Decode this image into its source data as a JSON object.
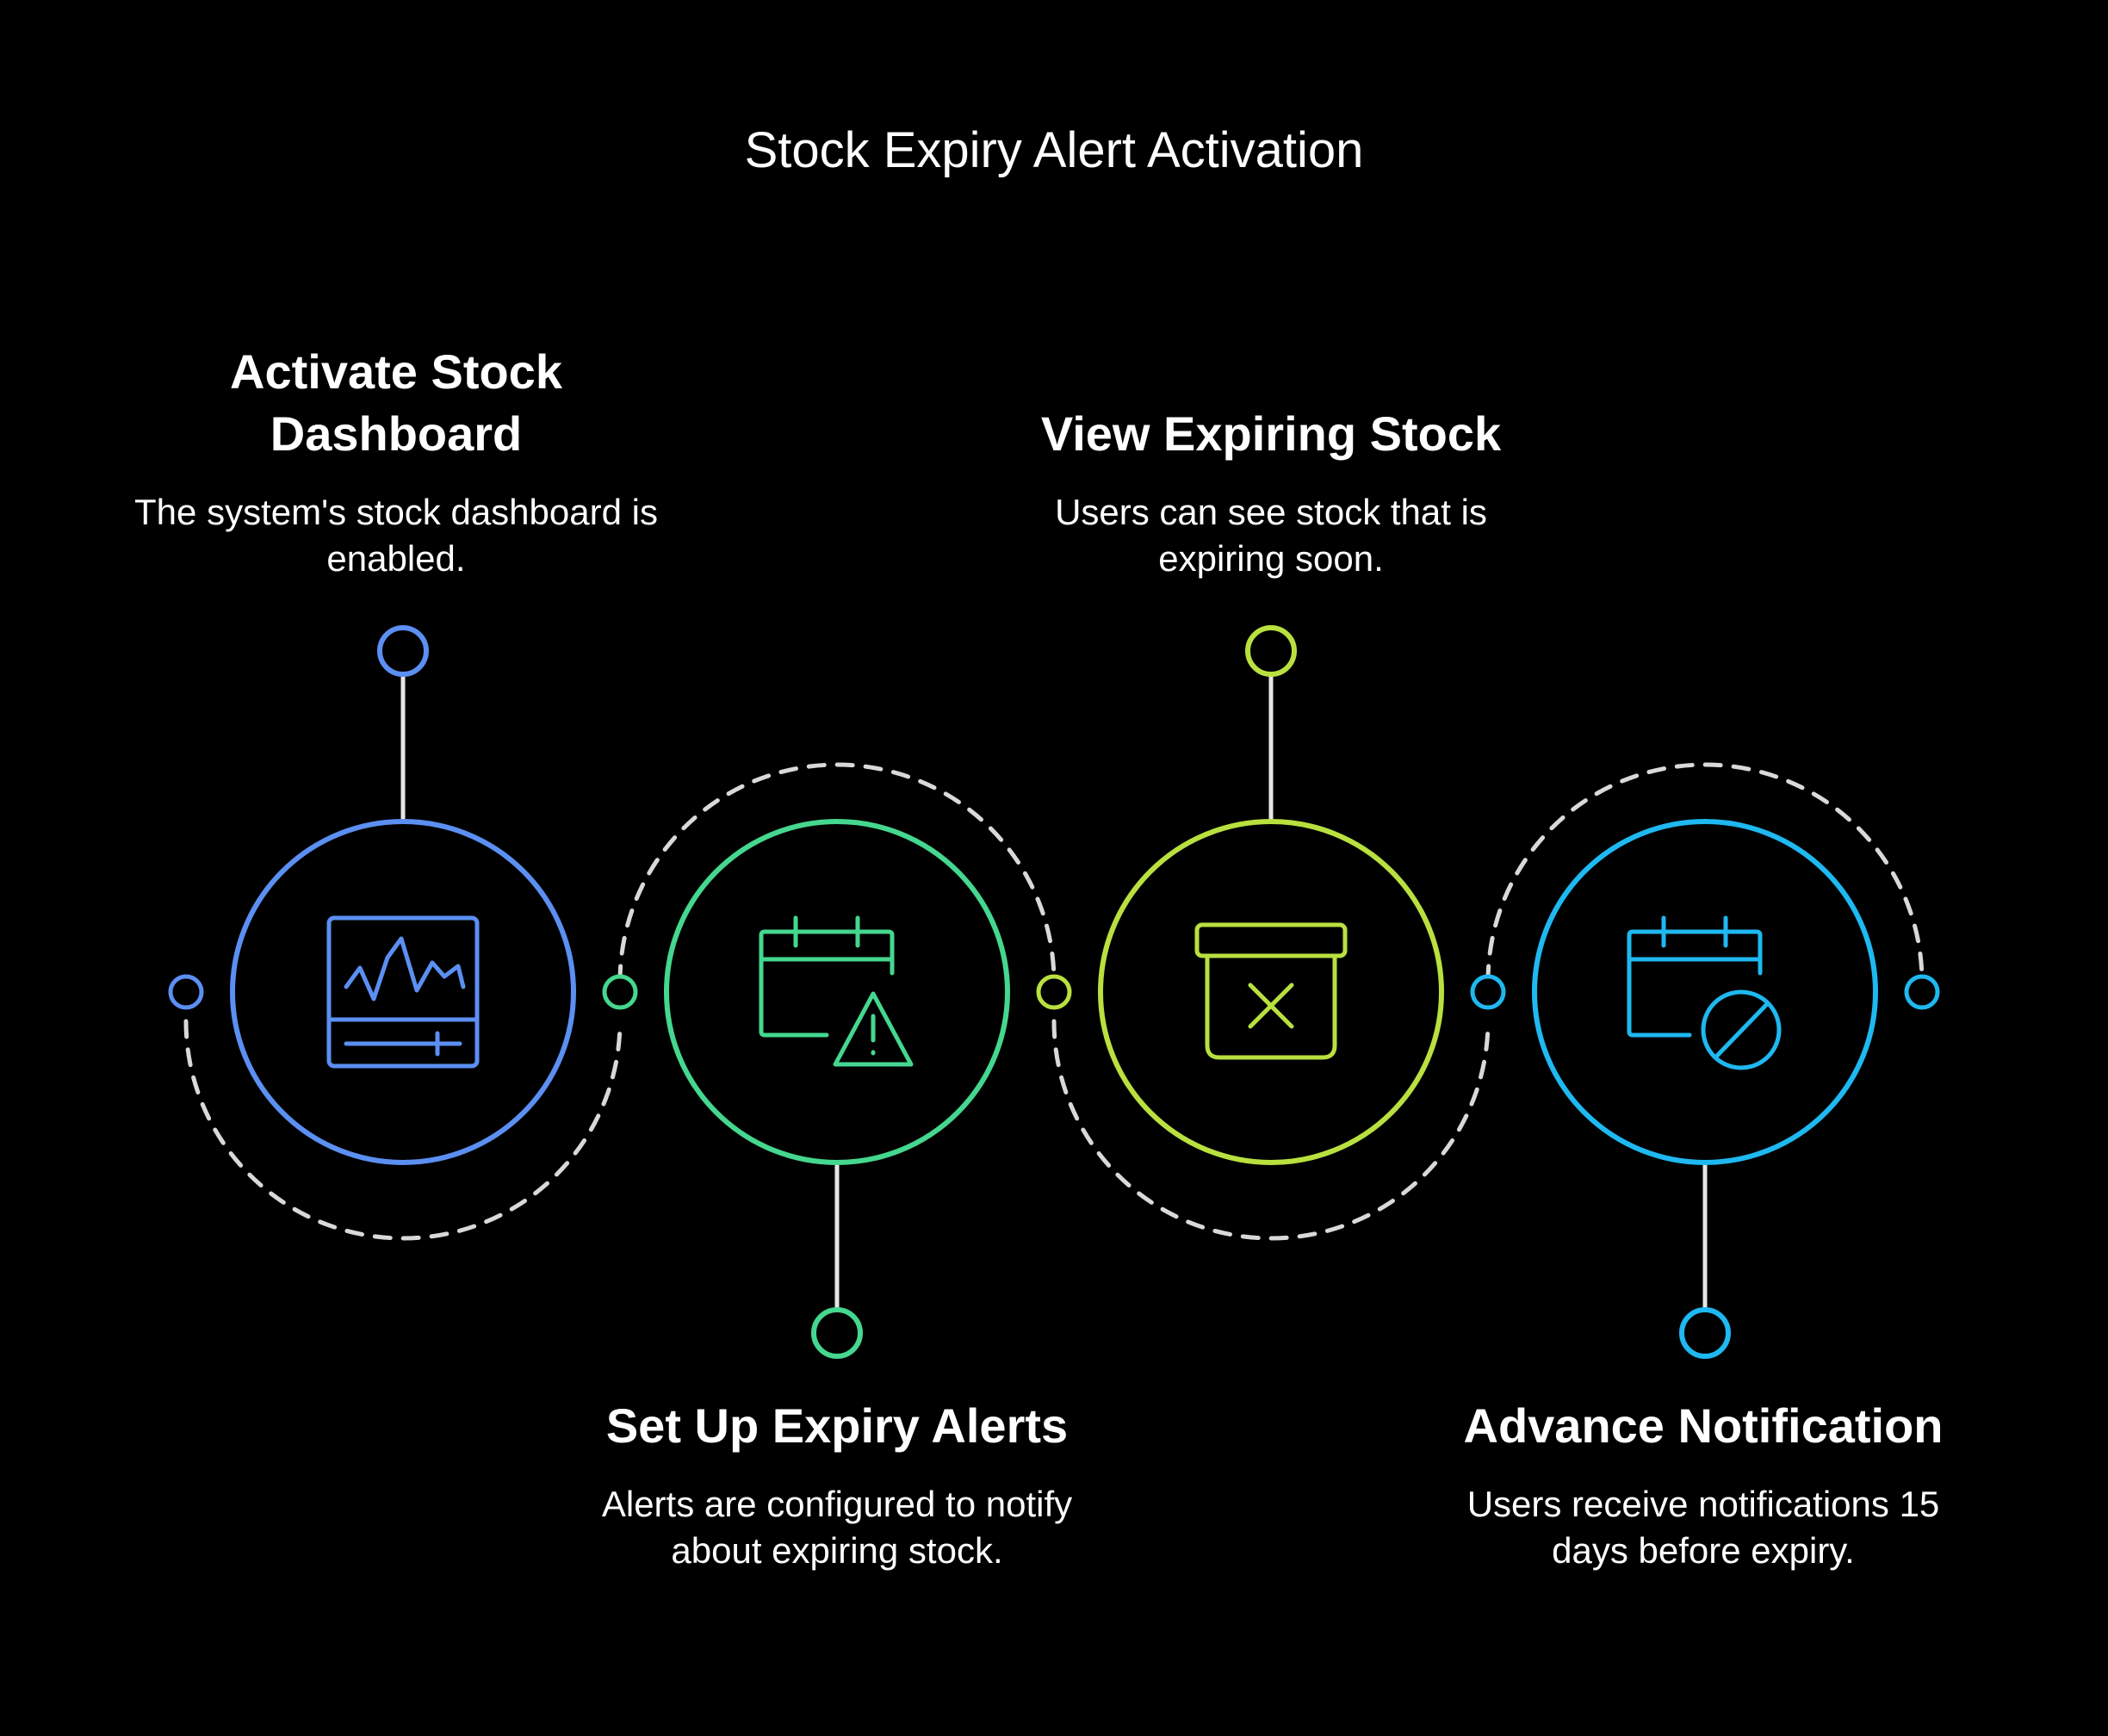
{
  "title": "Stock Expiry Alert Activation",
  "colors": {
    "background": "#000000",
    "text": "#ffffff",
    "dashed_path": "#d9d9d9",
    "connector": "#e6e6e6"
  },
  "steps": [
    {
      "title": "Activate Stock Dashboard",
      "description": "The system's stock dashboard is enabled.",
      "color": "#5b8ff2",
      "icon": "dashboard-chart-icon",
      "label_position": "top"
    },
    {
      "title": "Set Up Expiry Alerts",
      "description": "Alerts are configured to notify about expiring stock.",
      "color": "#45d78f",
      "icon": "calendar-warning-icon",
      "label_position": "bottom"
    },
    {
      "title": "View Expiring Stock",
      "description": "Users can see stock that is expiring soon.",
      "color": "#b9e03f",
      "icon": "archive-x-icon",
      "label_position": "top"
    },
    {
      "title": "Advance Notification",
      "description": "Users receive notifications 15 days before expiry.",
      "color": "#1fb8f0",
      "icon": "calendar-block-icon",
      "label_position": "bottom"
    }
  ]
}
